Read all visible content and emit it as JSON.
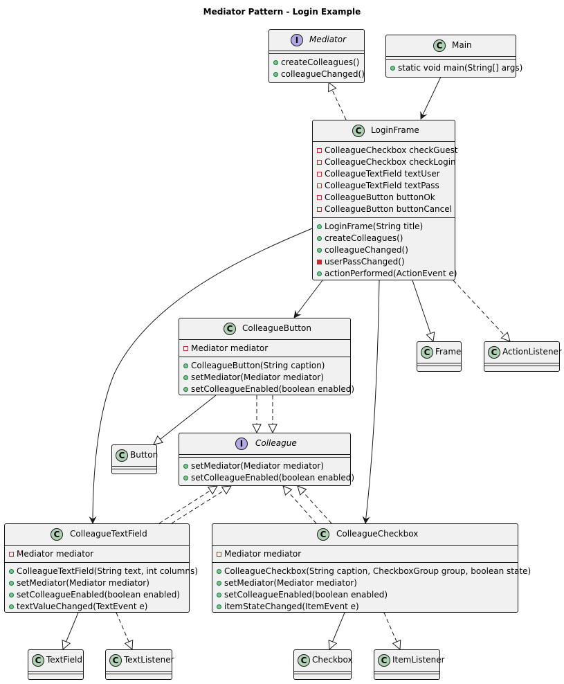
{
  "title": "Mediator Pattern - Login Example",
  "colors": {
    "box_fill": "#f1f1f1",
    "border": "#181818",
    "class_badge": "#add1b2",
    "interface_badge": "#b4a7e5",
    "public": "#84be84",
    "private": "#c82930"
  },
  "badges": {
    "class": "C",
    "interface": "I"
  },
  "nodes": {
    "mediator": {
      "kind": "interface",
      "name": "Mediator",
      "fields": [],
      "methods": [
        {
          "vis": "public",
          "text": "createColleagues()"
        },
        {
          "vis": "public",
          "text": "colleagueChanged()"
        }
      ]
    },
    "main": {
      "kind": "class",
      "name": "Main",
      "fields": [],
      "methods": [
        {
          "vis": "public",
          "text": "static void main(String[] args)"
        }
      ]
    },
    "login_frame": {
      "kind": "class",
      "name": "LoginFrame",
      "fields": [
        {
          "vis": "private",
          "text": "ColleagueCheckbox checkGuest"
        },
        {
          "vis": "private",
          "text": "ColleagueCheckbox checkLogin"
        },
        {
          "vis": "private",
          "text": "ColleagueTextField textUser"
        },
        {
          "vis": "private",
          "text": "ColleagueTextField textPass"
        },
        {
          "vis": "private",
          "text": "ColleagueButton buttonOk"
        },
        {
          "vis": "private",
          "text": "ColleagueButton buttonCancel"
        }
      ],
      "methods": [
        {
          "vis": "public",
          "text": "LoginFrame(String title)"
        },
        {
          "vis": "public",
          "text": "createColleagues()"
        },
        {
          "vis": "public",
          "text": "colleagueChanged()"
        },
        {
          "vis": "private-method",
          "text": "userPassChanged()"
        },
        {
          "vis": "public",
          "text": "actionPerformed(ActionEvent e)"
        }
      ]
    },
    "colleague_button": {
      "kind": "class",
      "name": "ColleagueButton",
      "fields": [
        {
          "vis": "private",
          "text": "Mediator mediator"
        }
      ],
      "methods": [
        {
          "vis": "public",
          "text": "ColleagueButton(String caption)"
        },
        {
          "vis": "public",
          "text": "setMediator(Mediator mediator)"
        },
        {
          "vis": "public",
          "text": "setColleagueEnabled(boolean enabled)"
        }
      ]
    },
    "frame": {
      "kind": "class",
      "name": "Frame",
      "fields": [],
      "methods": []
    },
    "action_listener": {
      "kind": "class",
      "name": "ActionListener",
      "fields": [],
      "methods": []
    },
    "button": {
      "kind": "class",
      "name": "Button",
      "fields": [],
      "methods": []
    },
    "colleague": {
      "kind": "interface",
      "name": "Colleague",
      "fields": [],
      "methods": [
        {
          "vis": "public",
          "text": "setMediator(Mediator mediator)"
        },
        {
          "vis": "public",
          "text": "setColleagueEnabled(boolean enabled)"
        }
      ]
    },
    "colleague_text_field": {
      "kind": "class",
      "name": "ColleagueTextField",
      "fields": [
        {
          "vis": "private",
          "text": "Mediator mediator"
        }
      ],
      "methods": [
        {
          "vis": "public",
          "text": "ColleagueTextField(String text, int columns)"
        },
        {
          "vis": "public",
          "text": "setMediator(Mediator mediator)"
        },
        {
          "vis": "public",
          "text": "setColleagueEnabled(boolean enabled)"
        },
        {
          "vis": "public",
          "text": "textValueChanged(TextEvent e)"
        }
      ]
    },
    "colleague_checkbox": {
      "kind": "class",
      "name": "ColleagueCheckbox",
      "fields": [
        {
          "vis": "private",
          "text": "Mediator mediator"
        }
      ],
      "methods": [
        {
          "vis": "public",
          "text": "ColleagueCheckbox(String caption, CheckboxGroup group, boolean state)"
        },
        {
          "vis": "public",
          "text": "setMediator(Mediator mediator)"
        },
        {
          "vis": "public",
          "text": "setColleagueEnabled(boolean enabled)"
        },
        {
          "vis": "public",
          "text": "itemStateChanged(ItemEvent e)"
        }
      ]
    },
    "text_field": {
      "kind": "class",
      "name": "TextField",
      "fields": [],
      "methods": []
    },
    "text_listener": {
      "kind": "class",
      "name": "TextListener",
      "fields": [],
      "methods": []
    },
    "checkbox": {
      "kind": "class",
      "name": "Checkbox",
      "fields": [],
      "methods": []
    },
    "item_listener": {
      "kind": "class",
      "name": "ItemListener",
      "fields": [],
      "methods": []
    }
  },
  "relations": [
    {
      "from": "login_frame",
      "to": "mediator",
      "type": "realization"
    },
    {
      "from": "main",
      "to": "login_frame",
      "type": "association"
    },
    {
      "from": "login_frame",
      "to": "colleague_button",
      "type": "association"
    },
    {
      "from": "login_frame",
      "to": "colleague_text_field",
      "type": "association"
    },
    {
      "from": "login_frame",
      "to": "colleague_checkbox",
      "type": "association"
    },
    {
      "from": "login_frame",
      "to": "frame",
      "type": "inheritance"
    },
    {
      "from": "login_frame",
      "to": "action_listener",
      "type": "realization"
    },
    {
      "from": "colleague_button",
      "to": "button",
      "type": "inheritance"
    },
    {
      "from": "colleague_button",
      "to": "colleague",
      "type": "realization"
    },
    {
      "from": "colleague_text_field",
      "to": "colleague",
      "type": "realization"
    },
    {
      "from": "colleague_checkbox",
      "to": "colleague",
      "type": "realization"
    },
    {
      "from": "colleague_text_field",
      "to": "text_field",
      "type": "inheritance"
    },
    {
      "from": "colleague_text_field",
      "to": "text_listener",
      "type": "realization"
    },
    {
      "from": "colleague_checkbox",
      "to": "checkbox",
      "type": "inheritance"
    },
    {
      "from": "colleague_checkbox",
      "to": "item_listener",
      "type": "realization"
    }
  ]
}
